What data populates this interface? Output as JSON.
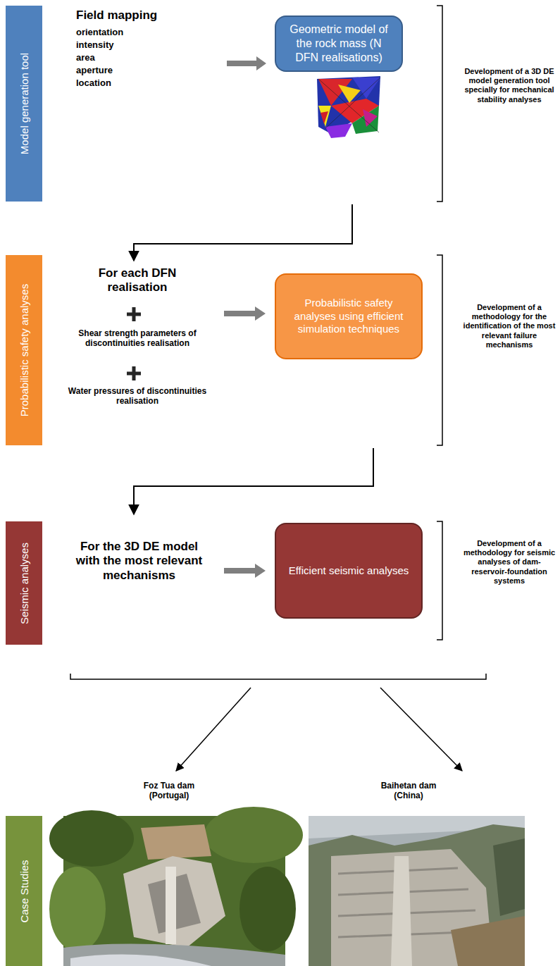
{
  "diagram": {
    "nodes": [
      {
        "text": [
          "Model generation tool"
        ]
      },
      {
        "text": [
          "Geometric model of the rock mass (N DFN realisations)"
        ]
      },
      {
        "text": [
          "Probabilistic safety analyses"
        ]
      },
      {
        "text": [
          "Probabilistic safety analyses using efficient simulation techniques"
        ]
      },
      {
        "text": [
          "Seismic analyses"
        ]
      },
      {
        "text": [
          "Efficient seismic analyses"
        ]
      },
      {
        "text": [
          "Case Studies"
        ]
      }
    ],
    "labels": [
      "Field mapping",
      "orientation",
      "intensity",
      "area",
      "aperture",
      "location",
      "Development of a 3D DE model generation tool specially for mechanical stability analyses",
      "For each DFN realisation",
      "Shear strength parameters of discontinuities realisation",
      "Water pressures of discontinuities realisation",
      "Development of a methodology for the identification of the most relevant failure mechanisms",
      "For the 3D DE model with the most relevant mechanisms",
      "Development of a methodology for seismic analyses of dam-reservoir-foundation systems",
      "Foz Tua dam (Portugal)",
      "Baihetan dam (China)"
    ]
  }
}
